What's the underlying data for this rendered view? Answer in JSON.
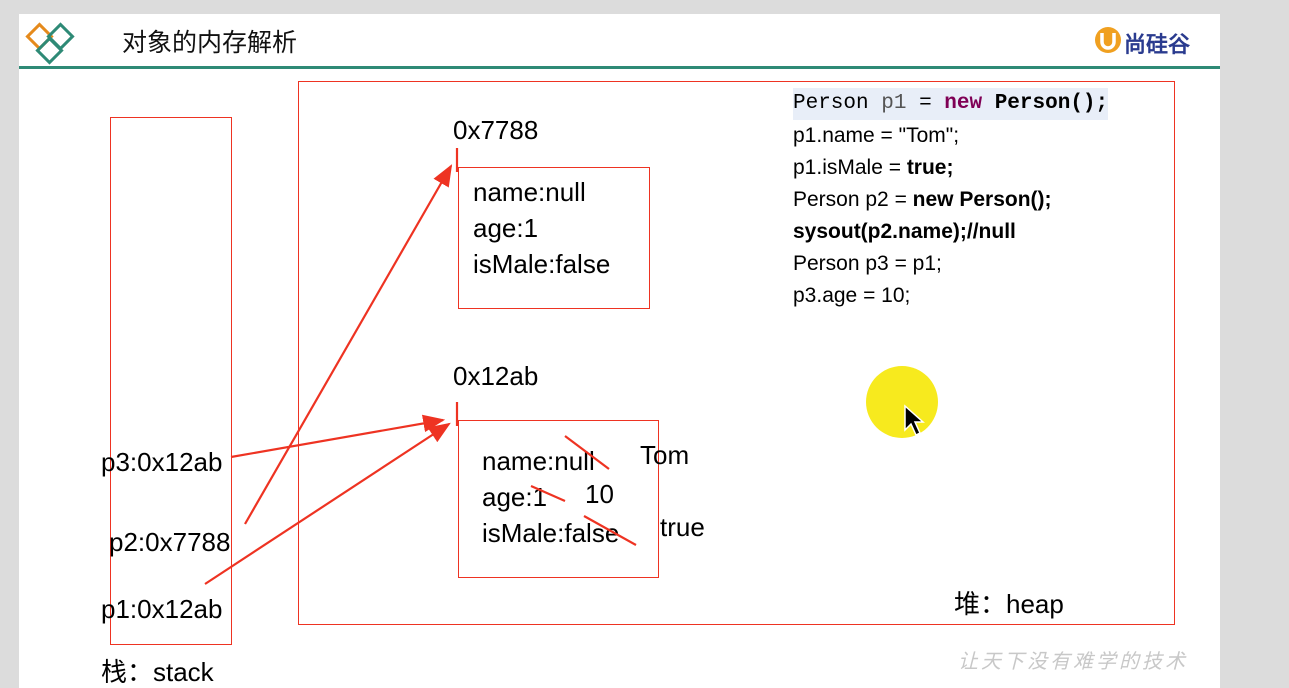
{
  "header": {
    "title": "对象的内存解析",
    "brand": "尚硅谷",
    "accent_color": "#2e8a76",
    "brand_color": "#2a3b8f",
    "logo_icon": "diamond-logo-icon",
    "brand_icon": "u-logo-icon"
  },
  "stack": {
    "label": "栈：stack",
    "vars": [
      "p3:0x12ab",
      "p2:0x7788",
      "p1:0x12ab"
    ]
  },
  "heap": {
    "label": "堆：heap",
    "objects": [
      {
        "address": "0x7788",
        "fields": [
          "name:null",
          "age:1",
          "isMale:false"
        ]
      },
      {
        "address": "0x12ab",
        "fields": [
          "name:null",
          "age:1",
          "isMale:false"
        ],
        "new_values": [
          "Tom",
          "10",
          "true"
        ]
      }
    ]
  },
  "code": {
    "line0": {
      "type": "Person",
      "var": "p1",
      "eq": "=",
      "kw": "new",
      "ctor": "Person();"
    },
    "lines": [
      "p1.name = \"Tom\";",
      "p1.isMale = true;",
      "Person p2 = new Person();",
      "sysout(p2.name);//null",
      "Person p3 = p1;",
      "p3.age = 10;"
    ]
  },
  "watermark": "让天下没有难学的技术",
  "colors": {
    "line": "#ee3322",
    "cursor_halo": "#f7ea1e"
  },
  "cursor_icon": "pointer-arrow-icon"
}
